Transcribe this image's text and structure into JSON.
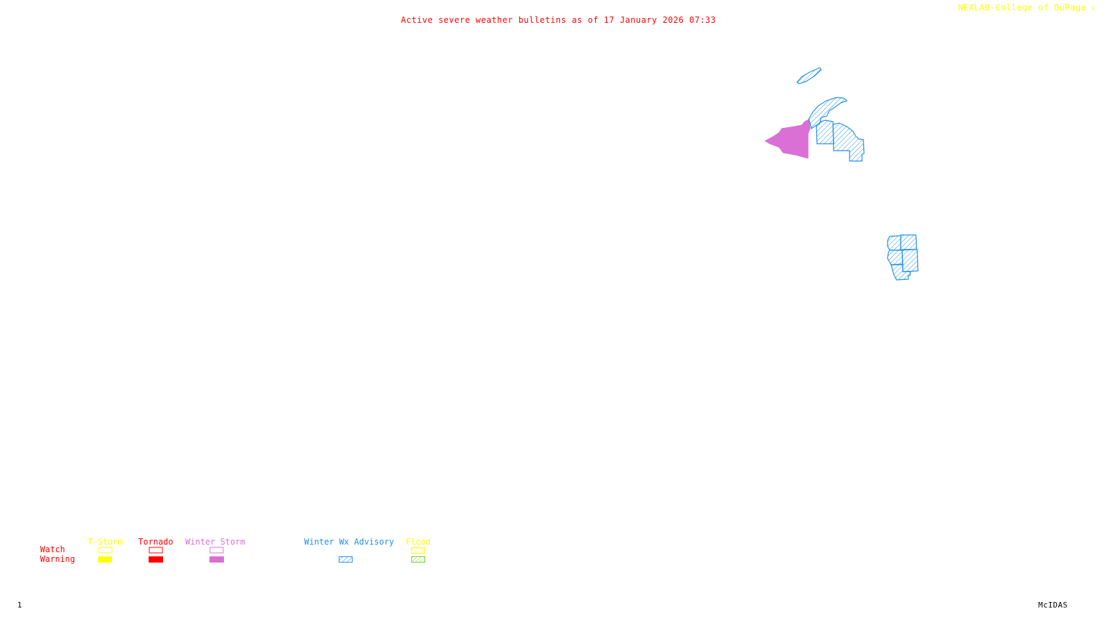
{
  "header": {
    "title": "Active severe weather bulletins as of 17 January 2026 07:33",
    "credit": "NEXLAB-College of DuPage",
    "credit_icon": "logo-corner-icon"
  },
  "footer": {
    "frame_number": "1",
    "software": "McIDAS"
  },
  "map": {
    "regions": [
      {
        "name": "winter-storm-warning-area-north",
        "category": "Winter Storm Warning",
        "style": "filled",
        "color": "#da70d6"
      },
      {
        "name": "winter-wx-advisory-area-north",
        "category": "Winter Wx Advisory",
        "style": "hatched",
        "color": "#1e90e6"
      },
      {
        "name": "winter-wx-advisory-area-south",
        "category": "Winter Wx Advisory",
        "style": "hatched",
        "color": "#1e90e6"
      }
    ]
  },
  "legend": {
    "row_labels": {
      "watch": "Watch",
      "warning": "Warning"
    },
    "categories": [
      {
        "label": "T-Storm",
        "color": "#ffff00",
        "watch": "outline",
        "warning": "filled"
      },
      {
        "label": "Tornado",
        "color": "#ff0000",
        "watch": "outline",
        "warning": "filled"
      },
      {
        "label": "Winter Storm",
        "color": "#da70d6",
        "watch": "outline",
        "warning": "filled"
      },
      {
        "label": "Winter Wx Advisory",
        "color": "#1e90e6",
        "watch": "none",
        "warning": "hatched"
      },
      {
        "label": "Flood",
        "color": "#ffff00",
        "watch": "hatched",
        "warning": "hatched",
        "warning_color": "#7ccd30"
      }
    ]
  }
}
